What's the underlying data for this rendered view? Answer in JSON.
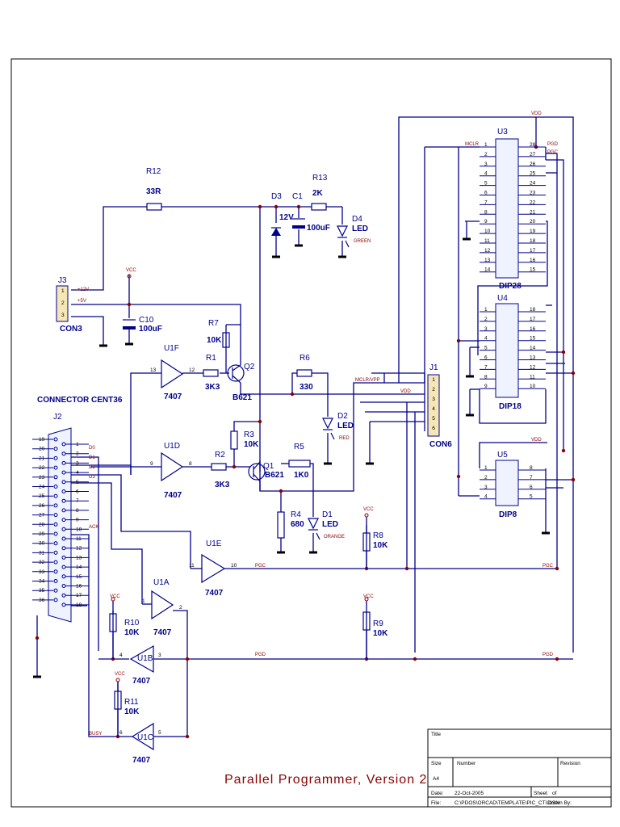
{
  "title": "Parallel Programmer, Version 2",
  "title_block": {
    "title_label": "Title",
    "size_label": "Size",
    "size_value": "A4",
    "number_label": "Number",
    "revision_label": "Revision",
    "date_label": "Date:",
    "date_value": "22-Oct-2005",
    "sheet_label": "Sheet",
    "sheet_of": "of",
    "file_label": "File:",
    "file_value": "C:\\PDOS\\ORCAD\\TEMPLATE\\PIC_CTI.DSN",
    "drawn_label": "Drawn By:"
  },
  "connector_heading": "CONNECTOR CENT36",
  "components": {
    "R12": {
      "ref": "R12",
      "value": "33R"
    },
    "R13": {
      "ref": "R13",
      "value": "2K"
    },
    "D3": {
      "ref": "D3",
      "value": "12V"
    },
    "C1": {
      "ref": "C1",
      "value": "100uF"
    },
    "D4": {
      "ref": "D4",
      "value": "LED",
      "color": "GREEN"
    },
    "J3": {
      "ref": "J3",
      "value": "CON3"
    },
    "C10": {
      "ref": "C10",
      "value": "100uF"
    },
    "R7": {
      "ref": "R7",
      "value": "10K"
    },
    "R1": {
      "ref": "R1",
      "value": "3K3"
    },
    "Q2": {
      "ref": "Q2",
      "value": "B621"
    },
    "R6": {
      "ref": "R6",
      "value": "330"
    },
    "D2": {
      "ref": "D2",
      "value": "LED",
      "color": "RED"
    },
    "R3": {
      "ref": "R3",
      "value": "10K"
    },
    "R2": {
      "ref": "R2",
      "value": "3K3"
    },
    "Q1": {
      "ref": "Q1",
      "value": "B621"
    },
    "R5": {
      "ref": "R5",
      "value": "1K0"
    },
    "R4": {
      "ref": "R4",
      "value": "680"
    },
    "D1": {
      "ref": "D1",
      "value": "LED",
      "color": "ORANGE"
    },
    "R8": {
      "ref": "R8",
      "value": "10K"
    },
    "R9": {
      "ref": "R9",
      "value": "10K"
    },
    "R10": {
      "ref": "R10",
      "value": "10K"
    },
    "R11": {
      "ref": "R11",
      "value": "10K"
    },
    "J2": {
      "ref": "J2"
    },
    "J1": {
      "ref": "J1",
      "value": "CON6"
    },
    "U1F": {
      "ref": "U1F",
      "value": "7407"
    },
    "U1D": {
      "ref": "U1D",
      "value": "7407"
    },
    "U1E": {
      "ref": "U1E",
      "value": "7407"
    },
    "U1A": {
      "ref": "U1A",
      "value": "7407"
    },
    "U1B": {
      "ref": "U1B",
      "value": "7407"
    },
    "U1C": {
      "ref": "U1C",
      "value": "7407"
    },
    "U3": {
      "ref": "U3",
      "value": "DIP28"
    },
    "U4": {
      "ref": "U4",
      "value": "DIP18"
    },
    "U5": {
      "ref": "U5",
      "value": "DIP8"
    }
  },
  "nets": {
    "vcc": "VCC",
    "vdd": "VDD",
    "pgc": "PGC",
    "pgd": "PGD",
    "mclr": "MCLR",
    "mclr_vpp": "MCLR/VPP",
    "plus12v": "+12V",
    "plus5v": "+5V",
    "d0": "D0",
    "d1": "D1",
    "d2": "D2",
    "d3": "D3",
    "ack": "ACK",
    "busy": "BUSY"
  },
  "pins": {
    "j3": [
      "1",
      "2",
      "3"
    ],
    "j1": [
      "1",
      "2",
      "3",
      "4",
      "5",
      "6"
    ],
    "j2_left": [
      "19",
      "20",
      "21",
      "22",
      "23",
      "24",
      "25",
      "26",
      "27",
      "28",
      "29",
      "30",
      "31",
      "32",
      "33",
      "34",
      "35",
      "36"
    ],
    "j2_right": [
      "1",
      "2",
      "3",
      "4",
      "5",
      "6",
      "7",
      "8",
      "9",
      "10",
      "11",
      "12",
      "13",
      "14",
      "15",
      "16",
      "17",
      "18"
    ],
    "u3_left": [
      "1",
      "2",
      "3",
      "4",
      "5",
      "6",
      "7",
      "8",
      "9",
      "10",
      "11",
      "12",
      "13",
      "14"
    ],
    "u3_right": [
      "28",
      "27",
      "26",
      "25",
      "24",
      "23",
      "22",
      "21",
      "20",
      "19",
      "18",
      "17",
      "16",
      "15"
    ],
    "u4_left": [
      "1",
      "2",
      "3",
      "4",
      "5",
      "6",
      "7",
      "8",
      "9"
    ],
    "u4_right": [
      "18",
      "17",
      "16",
      "15",
      "14",
      "13",
      "12",
      "11",
      "10"
    ],
    "u5_left": [
      "1",
      "2",
      "3",
      "4"
    ],
    "u5_right": [
      "8",
      "7",
      "6",
      "5"
    ],
    "u1f_in": "13",
    "u1f_out": "12",
    "u1d_in": "9",
    "u1d_out": "8",
    "u1e_in": "11",
    "u1e_out": "10",
    "u1a_in": "1",
    "u1a_out": "2",
    "u1b_in": "3",
    "u1b_out": "4",
    "u1c_in": "5",
    "u1c_out": "6"
  }
}
